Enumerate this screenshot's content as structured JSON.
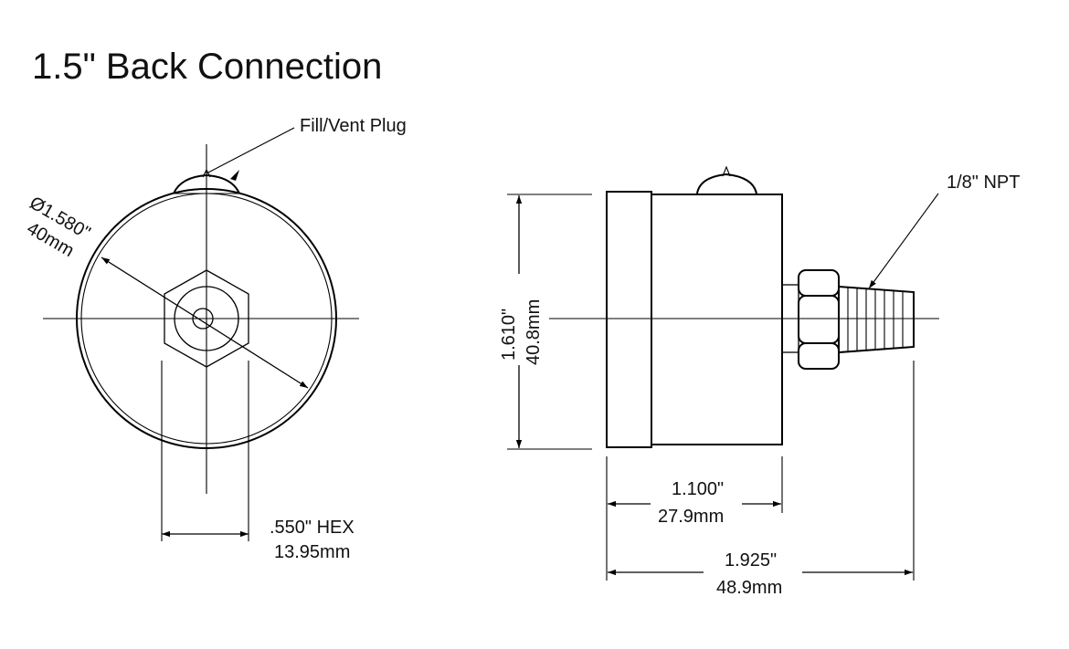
{
  "drawing": {
    "title": "1.5\" Back Connection",
    "labels": {
      "fill_vent_plug": "Fill/Vent Plug",
      "diameter_in": "Ø1.580\"",
      "diameter_mm": "40mm",
      "hex_in": ".550\" HEX",
      "hex_mm": "13.95mm",
      "npt": "1/8\" NPT",
      "height_in": "1.610\"",
      "height_mm": "40.8mm",
      "depth_in": "1.100\"",
      "depth_mm": "27.9mm",
      "overall_in": "1.925\"",
      "overall_mm": "48.9mm"
    }
  }
}
